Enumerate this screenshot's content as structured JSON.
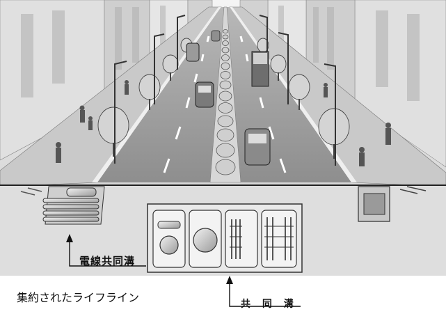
{
  "labels": {
    "electric_duct": "電線共同溝",
    "caption": "集約されたライフライン",
    "utility_tunnel": "共 同 溝"
  },
  "colors": {
    "road": "#9c9c9c",
    "sidewalk": "#c9c9c9",
    "building_light": "#e4e4e4",
    "building_dark": "#b9b9b9",
    "ground": "#dedede",
    "tunnel_outline": "#333333"
  },
  "icons": {
    "street_lamp": "street-lamp-icon",
    "tree": "tree-icon",
    "car": "car-icon",
    "truck": "truck-icon",
    "pedestrian": "pedestrian-icon",
    "pipe": "pipe-icon",
    "cable_rack": "cable-rack-icon"
  }
}
